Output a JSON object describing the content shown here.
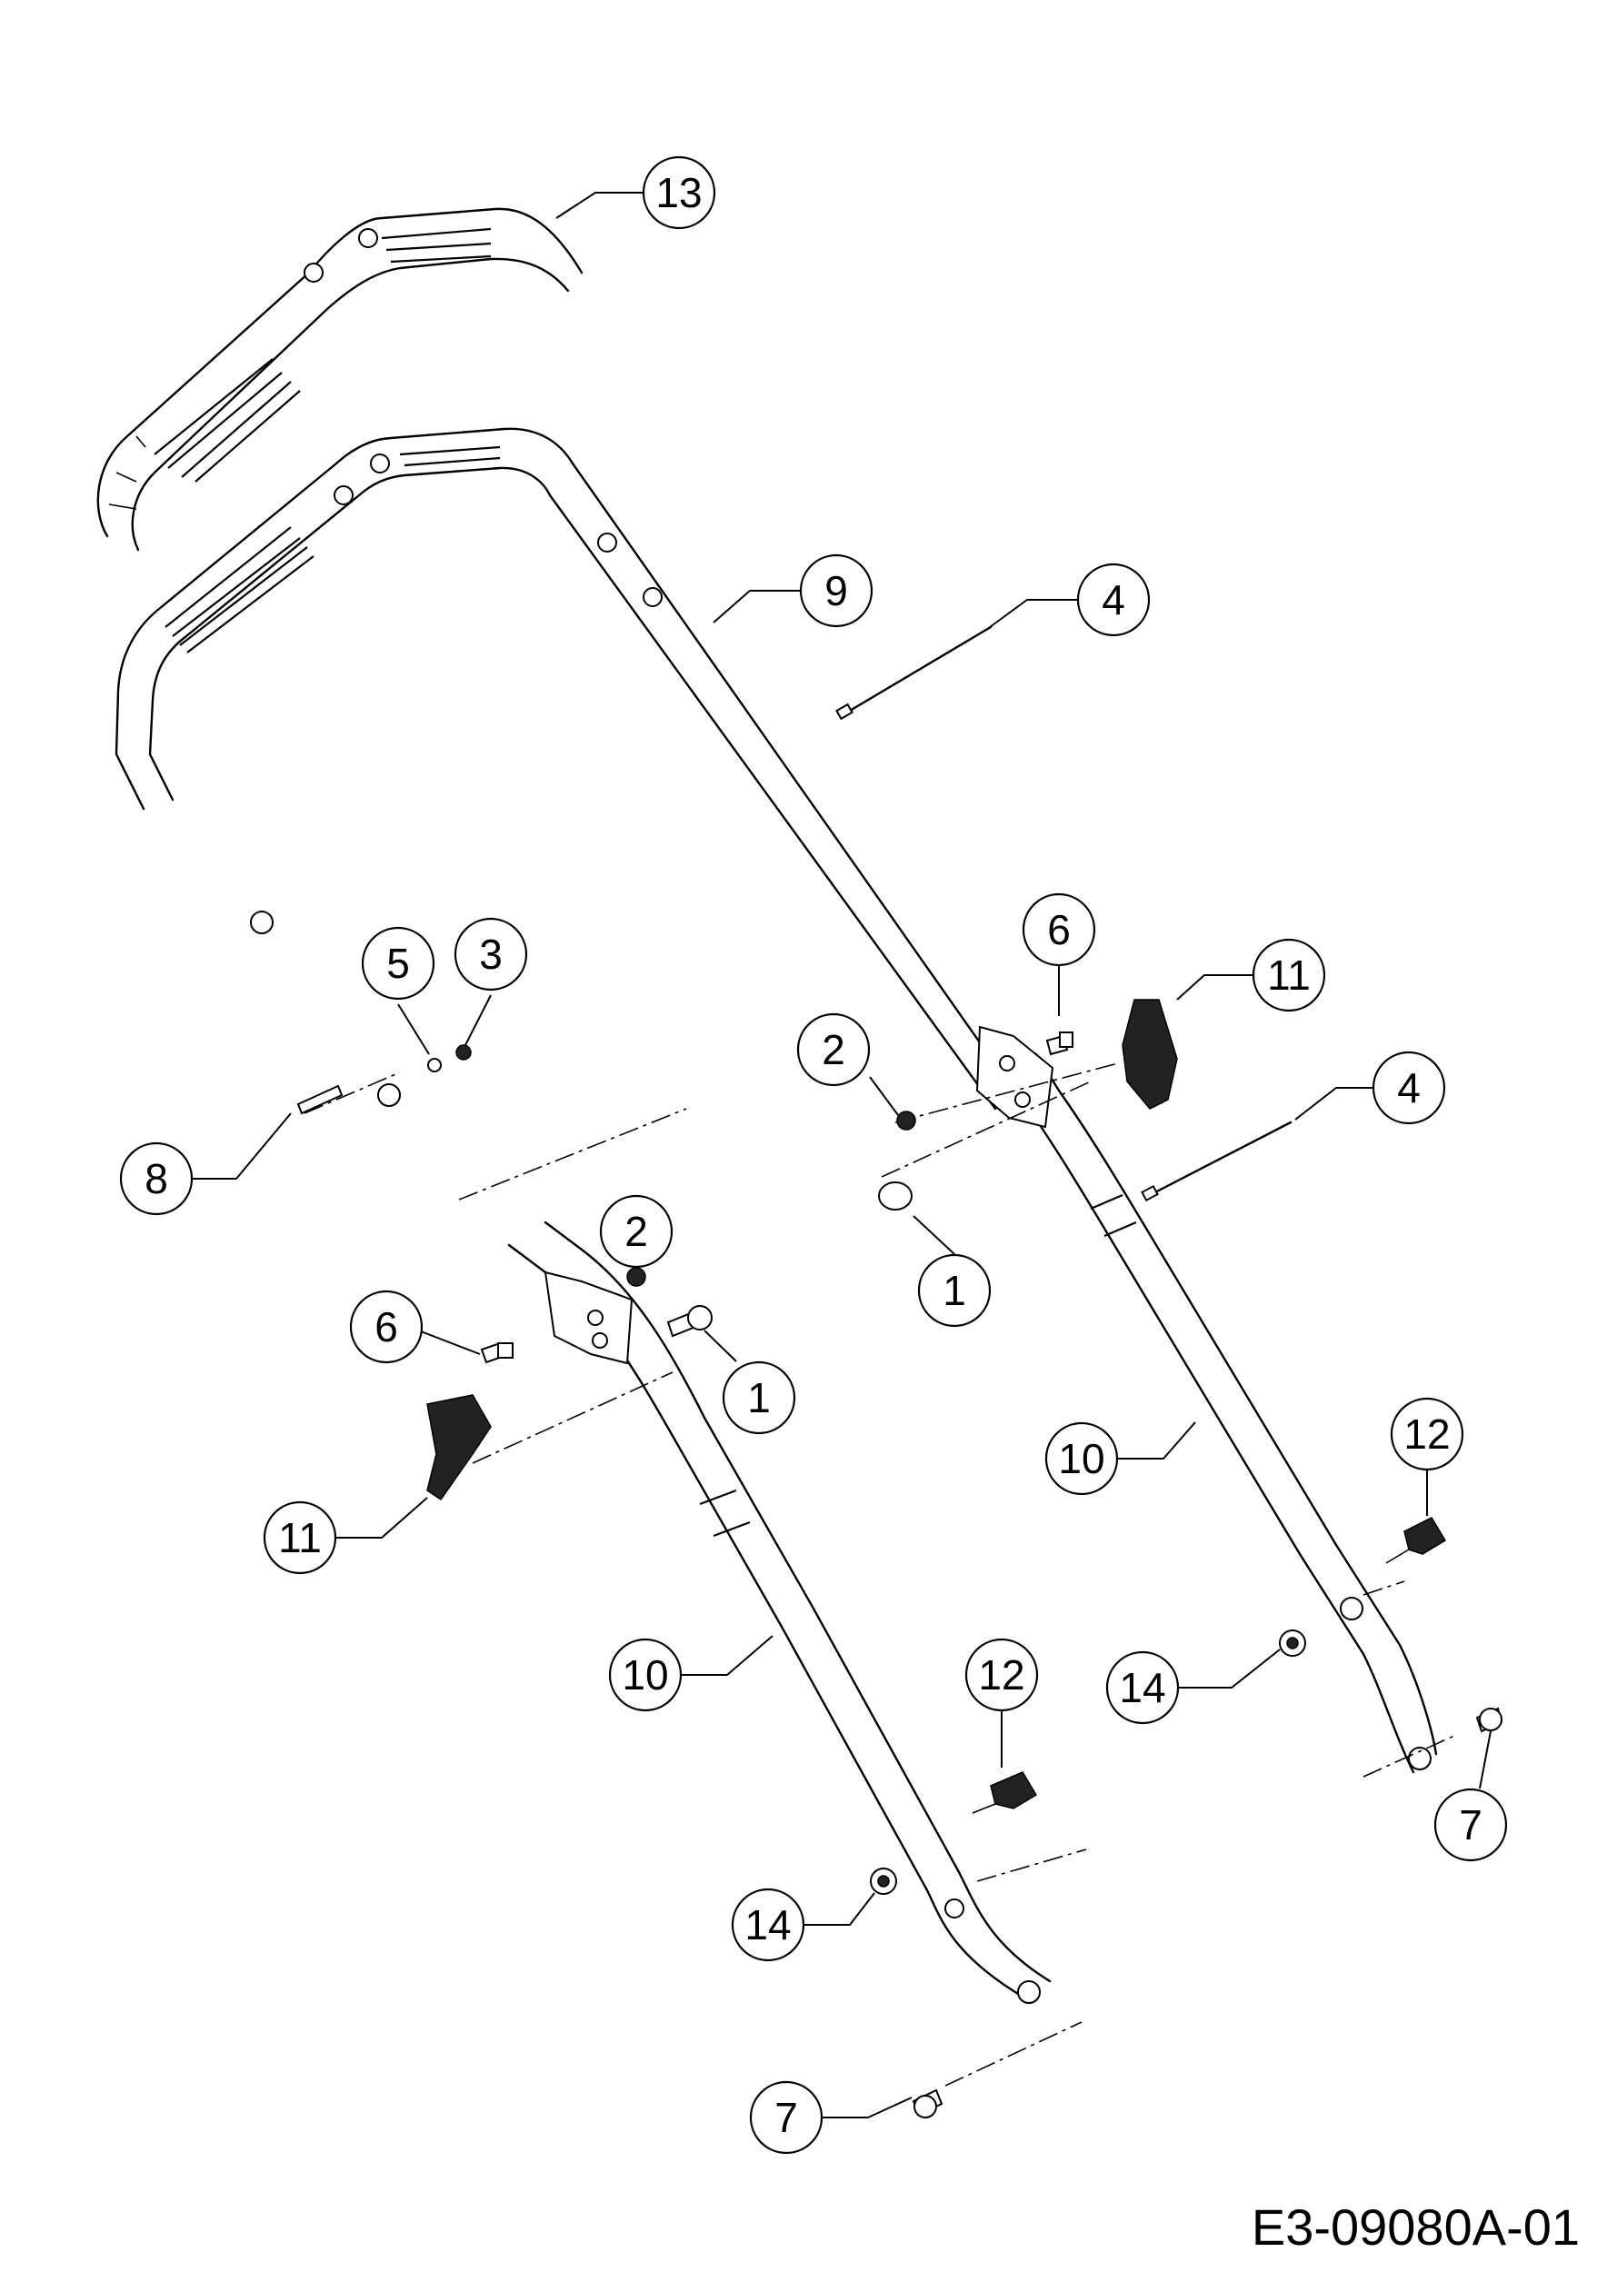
{
  "drawing_code": "E3-09080A-01",
  "callouts": [
    {
      "id": "c13",
      "label": "13"
    },
    {
      "id": "c9",
      "label": "9"
    },
    {
      "id": "c4a",
      "label": "4"
    },
    {
      "id": "c4b",
      "label": "4"
    },
    {
      "id": "c6a",
      "label": "6"
    },
    {
      "id": "c11a",
      "label": "11"
    },
    {
      "id": "c5",
      "label": "5"
    },
    {
      "id": "c3",
      "label": "3"
    },
    {
      "id": "c2a",
      "label": "2"
    },
    {
      "id": "c8",
      "label": "8"
    },
    {
      "id": "c2b",
      "label": "2"
    },
    {
      "id": "c1a",
      "label": "1"
    },
    {
      "id": "c6b",
      "label": "6"
    },
    {
      "id": "c1b",
      "label": "1"
    },
    {
      "id": "c11b",
      "label": "11"
    },
    {
      "id": "c12a",
      "label": "12"
    },
    {
      "id": "c10a",
      "label": "10"
    },
    {
      "id": "c10b",
      "label": "10"
    },
    {
      "id": "c12b",
      "label": "12"
    },
    {
      "id": "c14a",
      "label": "14"
    },
    {
      "id": "c14b",
      "label": "14"
    },
    {
      "id": "c7a",
      "label": "7"
    },
    {
      "id": "c7b",
      "label": "7"
    }
  ]
}
